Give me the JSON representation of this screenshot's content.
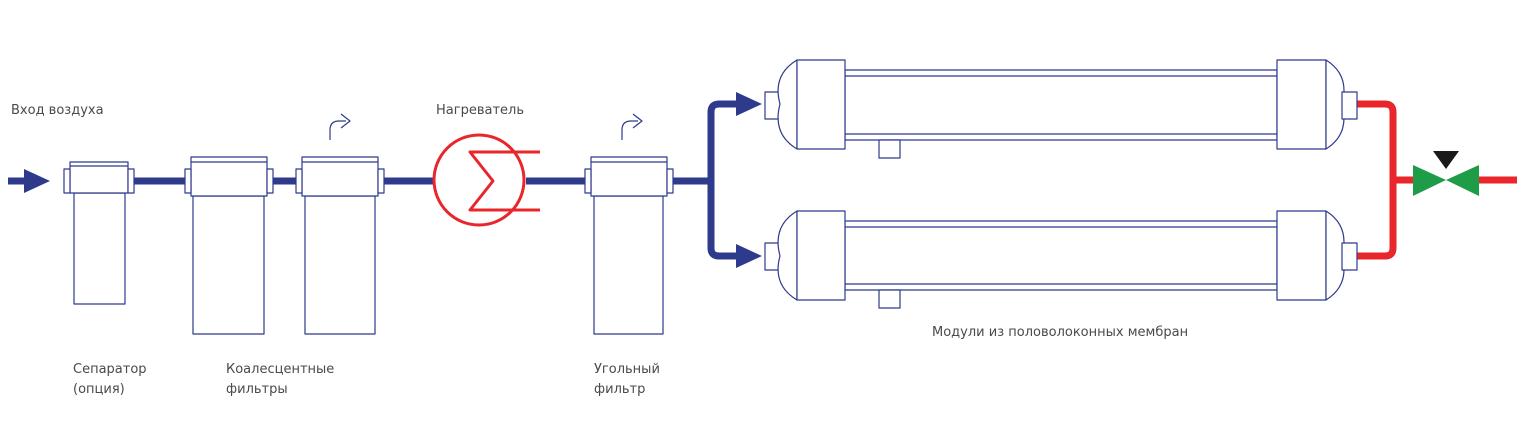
{
  "labels": {
    "air_inlet": "Вход воздуха",
    "heater": "Нагреватель",
    "separator_line1": "Сепаратор",
    "separator_line2": "(опция)",
    "coalescent_line1": "Коалесцентные",
    "coalescent_line2": "фильтры",
    "carbon_line1": "Угольный",
    "carbon_line2": "фильтр",
    "membranes": "Модули из половолоконных мембран"
  },
  "colors": {
    "inlet_pipe": "#2e3a8c",
    "outlet_pipe": "#e8262b",
    "heater": "#e8262b",
    "equipment_outline": "#2e3a8c",
    "valve_body": "#1e9c48",
    "valve_actuator": "#1a1a1a",
    "label_text": "#4a4a4a"
  },
  "icons": {
    "filter_drain": "curved-arrow-icon",
    "heater": "heat-exchanger-icon",
    "valve": "control-valve-icon"
  }
}
